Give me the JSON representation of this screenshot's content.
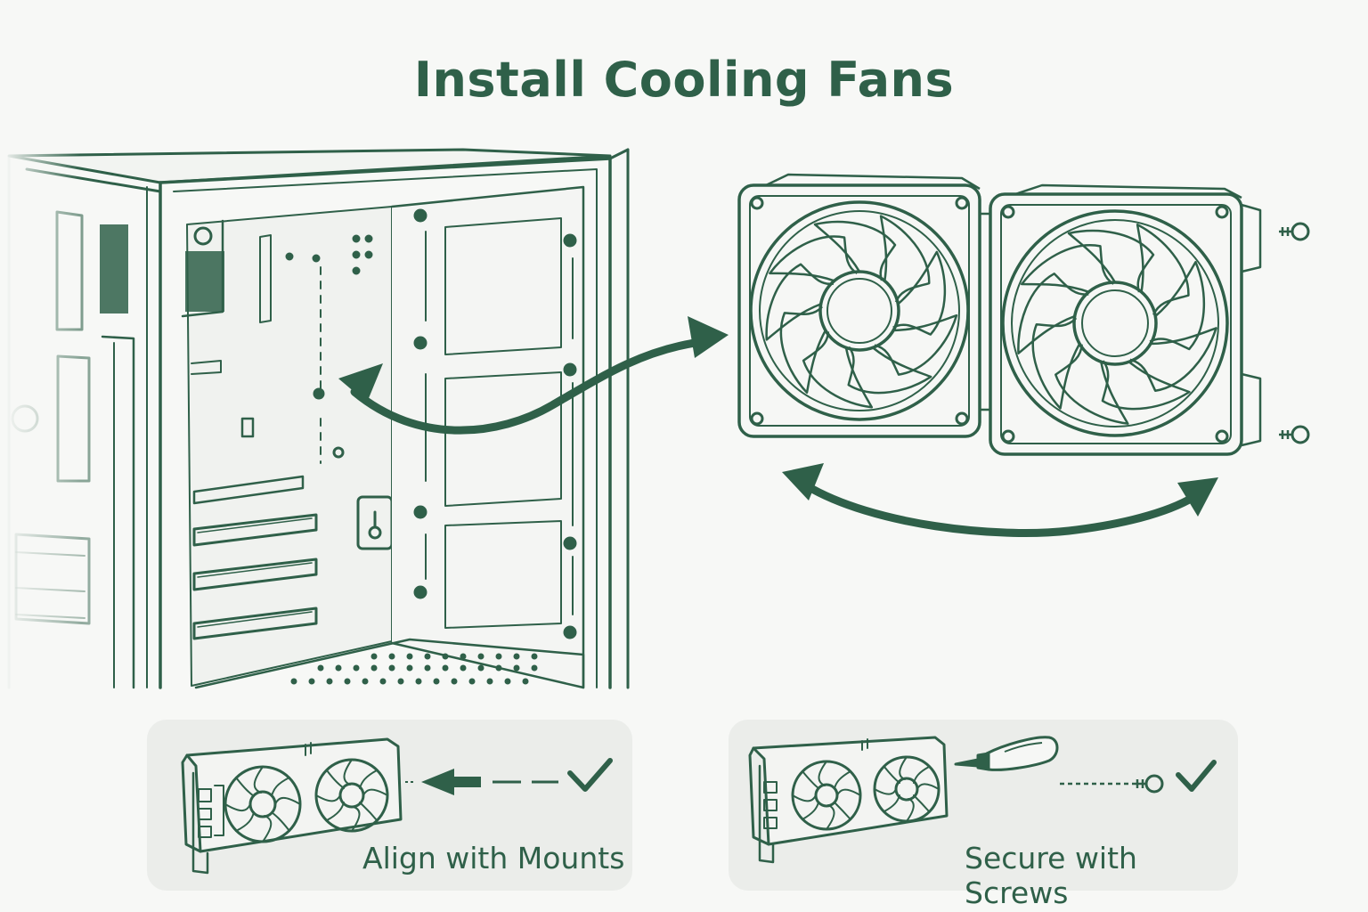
{
  "title": "Install Cooling Fans",
  "steps": [
    {
      "label": "Align with Mounts"
    },
    {
      "label": "Secure with Screws"
    }
  ],
  "colors": {
    "ink": "#2f6049",
    "background": "#f7f8f6",
    "panel": "#ebedea"
  },
  "icons": [
    "pc-case-icon",
    "case-fan-icon",
    "curved-arrow-icon",
    "graphics-card-icon",
    "screwdriver-icon",
    "screw-icon",
    "checkmark-icon"
  ]
}
